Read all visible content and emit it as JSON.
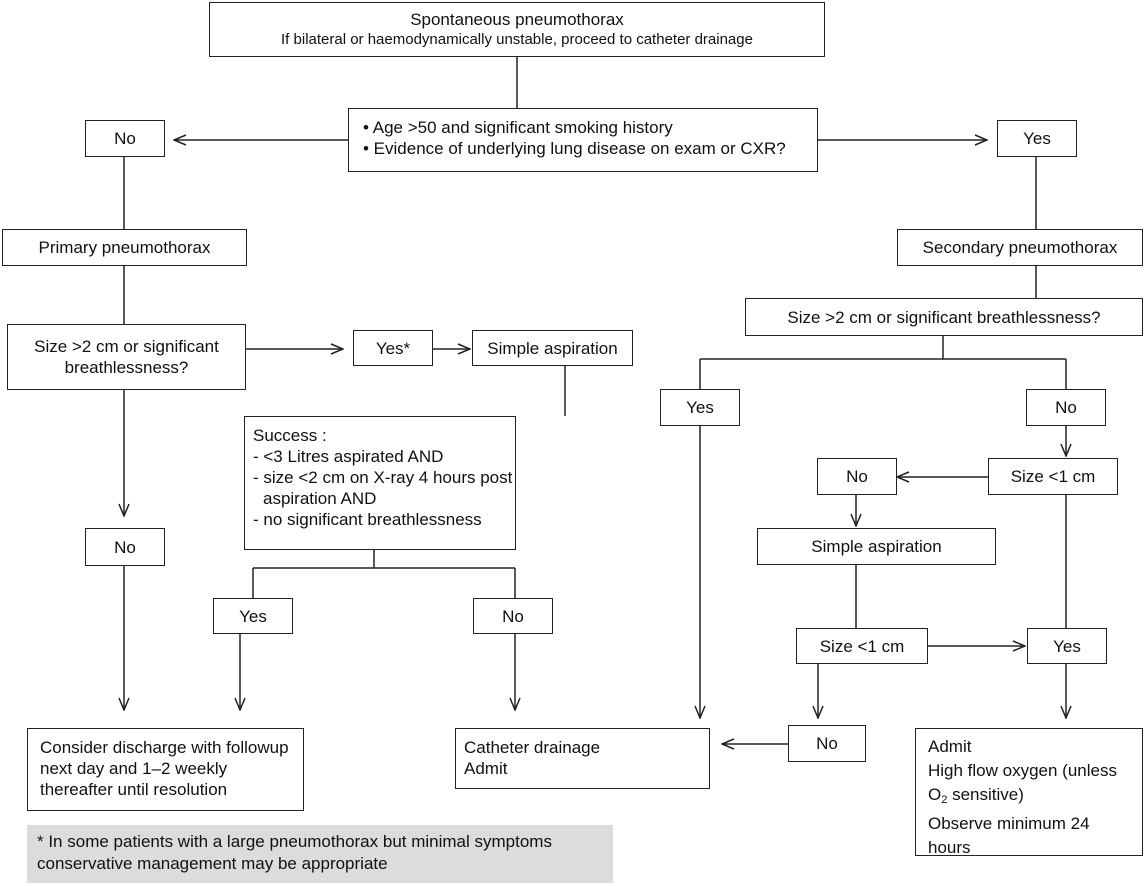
{
  "root": {
    "title": "Spontaneous pneumothorax",
    "subtitle": "If bilateral or haemodynamically unstable, proceed to catheter drainage"
  },
  "question1": {
    "line1": "• Age >50 and significant smoking history",
    "line2": "• Evidence of underlying lung disease on exam or CXR?"
  },
  "left": {
    "no_label": "No",
    "primary": "Primary pneumothorax",
    "size_q_line1": "Size >2 cm or significant",
    "size_q_line2": "breathlessness?",
    "yes_star": "Yes*",
    "simple_aspiration": "Simple aspiration",
    "success": {
      "title": "Success :",
      "item1": "- <3 Litres aspirated AND",
      "item2": "- size <2 cm on X-ray 4 hours post",
      "item2b": "aspiration AND",
      "item3": "- no significant breathlessness"
    },
    "no2_label": "No",
    "yes_label": "Yes",
    "no3_label": "No",
    "discharge_line1": "Consider discharge with followup",
    "discharge_line2": "next day and 1–2 weekly",
    "discharge_line3": "thereafter until resolution"
  },
  "right": {
    "yes_label": "Yes",
    "secondary": "Secondary pneumothorax",
    "size_q": "Size >2 cm or significant breathlessness?",
    "yes2_label": "Yes",
    "no_label": "No",
    "size_lt1": "Size <1 cm",
    "no2_label": "No",
    "simple_aspiration": "Simple aspiration",
    "size_lt1b": "Size <1 cm",
    "yes3_label": "Yes",
    "no3_label": "No",
    "admit": {
      "line1": "Admit",
      "line2": "High flow oxygen (unless",
      "line3_pre": "O",
      "line3_sub": "2",
      "line3_post": " sensitive)",
      "line4": "Observe minimum 24",
      "line5": "hours"
    }
  },
  "catheter": {
    "line1": "Catheter drainage",
    "line2": "Admit"
  },
  "footnote": {
    "line1": "* In some patients with a large pneumothorax but minimal symptoms",
    "line2": "conservative management may be appropriate"
  }
}
